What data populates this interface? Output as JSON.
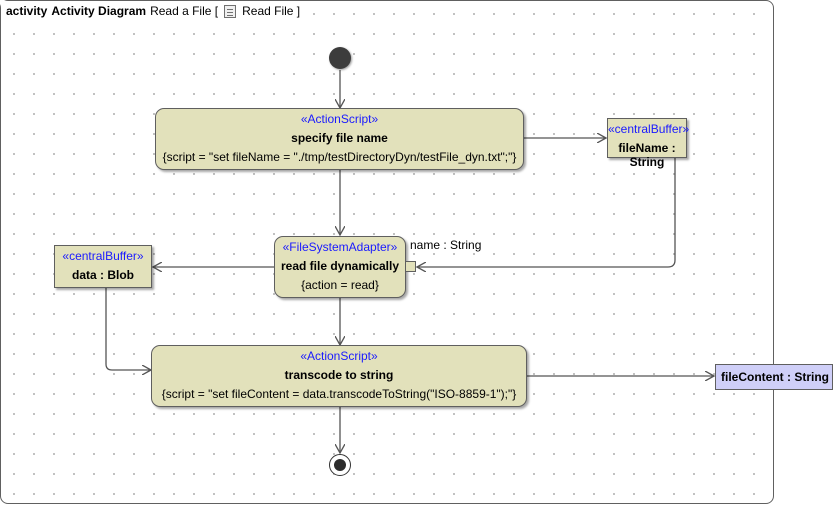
{
  "header": {
    "kind": "activity",
    "title": "Activity Diagram",
    "diagram_name": "Read a File [",
    "activity_name": "Read File ]",
    "activity_icon": "activity-document-icon"
  },
  "actions": {
    "specify": {
      "stereotype": "«ActionScript»",
      "name": "specify file name",
      "props": "{script = \"set fileName = \"./tmp/testDirectoryDyn/testFile_dyn.txt\";\"}"
    },
    "read": {
      "stereotype": "«FileSystemAdapter»",
      "name": "read file dynamically",
      "props": "{action = read}"
    },
    "transcode": {
      "stereotype": "«ActionScript»",
      "name": "transcode to string",
      "props": "{script = \"set fileContent = data.transcodeToString(\"ISO-8859-1\");\"}"
    }
  },
  "objects": {
    "filename_buffer": {
      "stereotype": "«centralBuffer»",
      "name": "fileName : String"
    },
    "data_buffer": {
      "stereotype": "«centralBuffer»",
      "name": "data : Blob"
    }
  },
  "pin": {
    "label": "name : String"
  },
  "output_parameter": {
    "name": "fileContent : String"
  },
  "colors": {
    "node_fill": "#e2e1bb",
    "parameter_fill": "#cfcff8",
    "stereotype_text": "#1a1aff",
    "edge": "#555555"
  }
}
